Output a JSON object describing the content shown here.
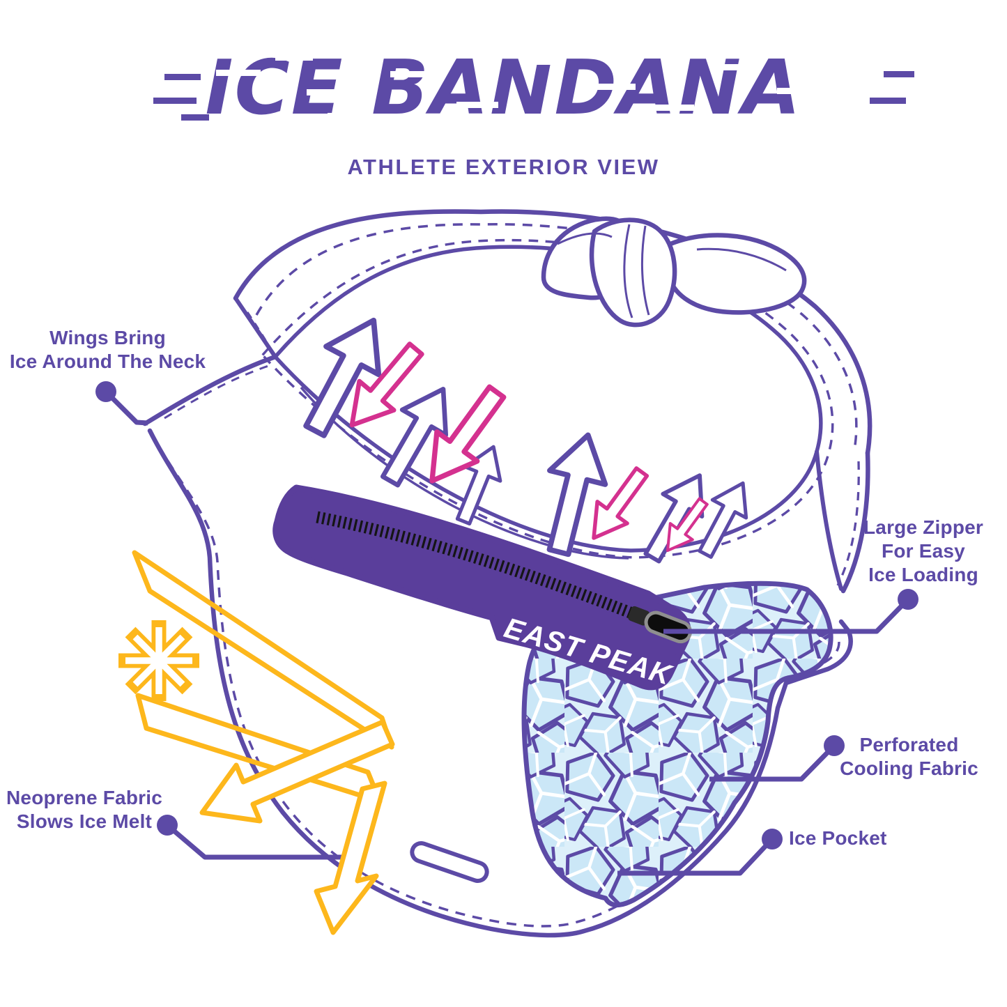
{
  "header": {
    "title": "ICE BANDANA",
    "subtitle": "ATHLETE EXTERIOR VIEW"
  },
  "product": {
    "brand": "EAST PEAK"
  },
  "callouts": {
    "wings": {
      "line1": "Wings Bring",
      "line2": "Ice Around The Neck"
    },
    "large_zipper": {
      "line1": "Large Zipper",
      "line2": "For Easy",
      "line3": "Ice Loading"
    },
    "perforated": {
      "line1": "Perforated",
      "line2": "Cooling Fabric"
    },
    "ice_pocket": {
      "line1": "Ice Pocket"
    },
    "neoprene": {
      "line1": "Neoprene Fabric",
      "line2": "Slows Ice Melt"
    }
  },
  "colors": {
    "primary_purple": "#5C4AA6",
    "pouch_purple": "#5A3E9B",
    "airflow_pink": "#D4318F",
    "wind_yellow": "#FDB71C",
    "ice_blue": "#CBE7F7",
    "zipper_black": "#151515",
    "background": "#FFFFFF"
  }
}
